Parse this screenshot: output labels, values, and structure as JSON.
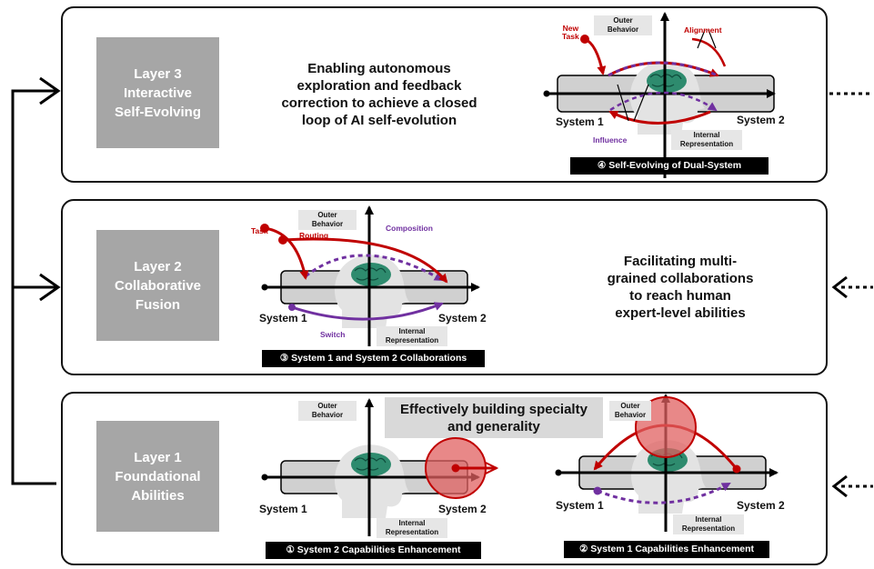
{
  "layers": [
    {
      "title_lines": [
        "Layer 3",
        "Interactive",
        "Self-Evolving"
      ],
      "description_lines": [
        "Enabling autonomous",
        "exploration and feedback",
        "correction to achieve a closed",
        "loop of AI self-evolution"
      ],
      "diagram": {
        "outer_behavior": [
          "Outer",
          "Behavior"
        ],
        "internal_representation": [
          "Internal",
          "Representation"
        ],
        "system1": "System 1",
        "system2": "System 2",
        "annotations": {
          "new_task": [
            "New",
            "Task"
          ],
          "alignment": "Alignment",
          "influence": "Influence"
        },
        "caption": "④ Self-Evolving of Dual-System"
      }
    },
    {
      "title_lines": [
        "Layer 2",
        "Collaborative",
        "Fusion"
      ],
      "description_lines": [
        "Facilitating multi-",
        "grained collaborations",
        "to reach human",
        "expert-level abilities"
      ],
      "diagram": {
        "outer_behavior": [
          "Outer",
          "Behavior"
        ],
        "internal_representation": [
          "Internal",
          "Representation"
        ],
        "system1": "System 1",
        "system2": "System 2",
        "annotations": {
          "task": "Task",
          "routing": "Routing",
          "composition": "Composition",
          "switch": "Switch"
        },
        "caption": "③ System 1 and System 2 Collaborations"
      }
    },
    {
      "title_lines": [
        "Layer 1",
        "Foundational",
        "Abilities"
      ],
      "description_lines": [
        "Effectively building specialty",
        "and generality"
      ],
      "diagram_left": {
        "outer_behavior": [
          "Outer",
          "Behavior"
        ],
        "internal_representation": [
          "Internal",
          "Representation"
        ],
        "system1": "System 1",
        "system2": "System 2",
        "caption": "① System 2 Capabilities Enhancement"
      },
      "diagram_right": {
        "outer_behavior": [
          "Outer",
          "Behavior"
        ],
        "internal_representation": [
          "Internal",
          "Representation"
        ],
        "system1": "System 1",
        "system2": "System 2",
        "caption": "② System 1 Capabilities Enhancement"
      }
    }
  ],
  "colors": {
    "red": "#c00000",
    "purple": "#7030a0",
    "layer_box": "#a6a6a6",
    "big_arrow": "#d9d9d9",
    "brain": "#2e8b6e"
  }
}
